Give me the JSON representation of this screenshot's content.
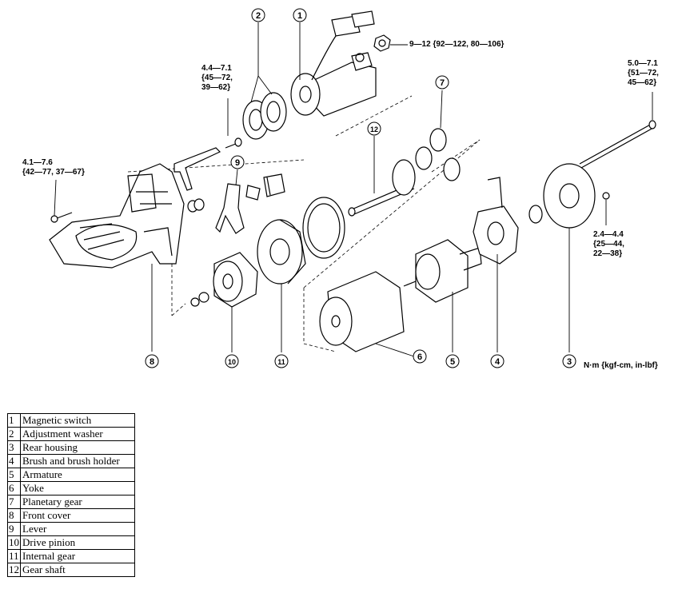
{
  "torque_specs": {
    "magnetic_switch_nut": "9—12 {92—122, 80—106}",
    "magnetic_switch_bolt": "4.4—7.1\n{45—72,\n39—62}",
    "front_cover_bolt": "4.1—7.6\n{42—77, 37—67}",
    "through_bolt": "5.0—7.1\n{51—72,\n45—62}",
    "rear_housing_screw": "2.4—4.4\n{25—44,\n22—38}"
  },
  "unit_note": "N·m {kgf-cm, in-lbf}",
  "callouts": [
    "1",
    "2",
    "3",
    "4",
    "5",
    "6",
    "7",
    "8",
    "9",
    "10",
    "11",
    "12"
  ],
  "parts_legend": [
    {
      "num": "1",
      "name": "Magnetic switch"
    },
    {
      "num": "2",
      "name": "Adjustment washer"
    },
    {
      "num": "3",
      "name": "Rear housing"
    },
    {
      "num": "4",
      "name": "Brush and brush holder"
    },
    {
      "num": "5",
      "name": "Armature"
    },
    {
      "num": "6",
      "name": "Yoke"
    },
    {
      "num": "7",
      "name": "Planetary gear"
    },
    {
      "num": "8",
      "name": "Front cover"
    },
    {
      "num": "9",
      "name": "Lever"
    },
    {
      "num": "10",
      "name": "Drive pinion"
    },
    {
      "num": "11",
      "name": "Internal gear"
    },
    {
      "num": "12",
      "name": "Gear shaft"
    }
  ]
}
